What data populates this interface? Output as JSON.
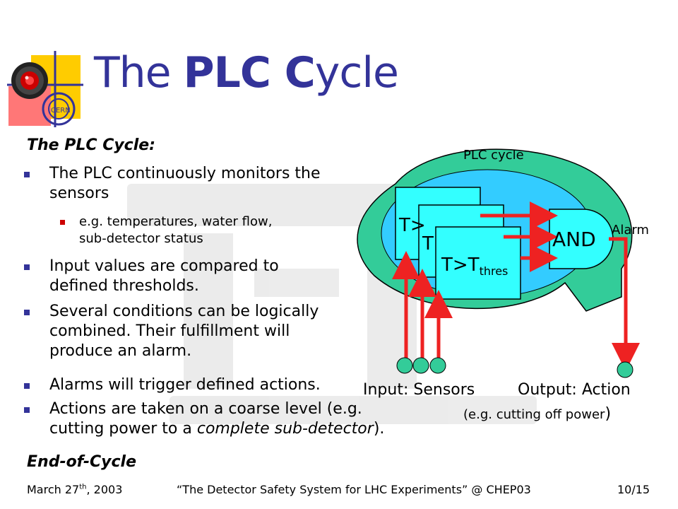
{
  "title": {
    "part1": "The ",
    "part2": "PLC C",
    "part3": "ycle"
  },
  "heading": "The PLC Cycle:",
  "bullets": {
    "b1_line1": "The PLC continuously monitors the",
    "b1_line2": "sensors",
    "sub1_line1": "e.g. temperatures, water flow,",
    "sub1_line2": "sub-detector status",
    "b2_line1": "Input values are compared to",
    "b2_line2": "defined thresholds.",
    "b3_line1": "Several conditions can be logically",
    "b3_line2": "combined. Their fulfillment will",
    "b3_line3": "produce an alarm.",
    "b4": "Alarms will trigger defined actions.",
    "b5_line1": "Actions are taken on a coarse level (e.g.",
    "b5_line2_a": "cutting power to a ",
    "b5_line2_b": "complete sub-detector",
    "b5_line2_c": ")."
  },
  "end_of_cycle": "End-of-Cycle",
  "diagram": {
    "plc_cycle_label": "PLC cycle",
    "box1_text": "T>",
    "box2_text": "T",
    "box3_main": "T>T",
    "box3_sub": "thres",
    "and_gate": "AND",
    "alarm": "Alarm",
    "input_label": "Input: Sensors",
    "output_label": "Output: Action",
    "output_note_a": "(e.g. cutting off power",
    "output_note_b": ")"
  },
  "footer": {
    "date_main": "March 27",
    "date_sup": "th",
    "date_tail": ", 2003",
    "talk": "“The Detector Safety System for LHC Experiments” @ CHEP03",
    "page": "10/15"
  },
  "colors": {
    "title": "#333399",
    "ring": "#33cc99",
    "inner": "#33ccff",
    "box": "#33ffff",
    "arrow": "#ee2222",
    "node": "#33cc99",
    "logo_yellow": "#ffcc00",
    "logo_red": "#ff6666",
    "logo_blue": "#333399"
  },
  "icons": {
    "logo": "cern-logo-icon",
    "camera": "hal-camera-icon"
  }
}
